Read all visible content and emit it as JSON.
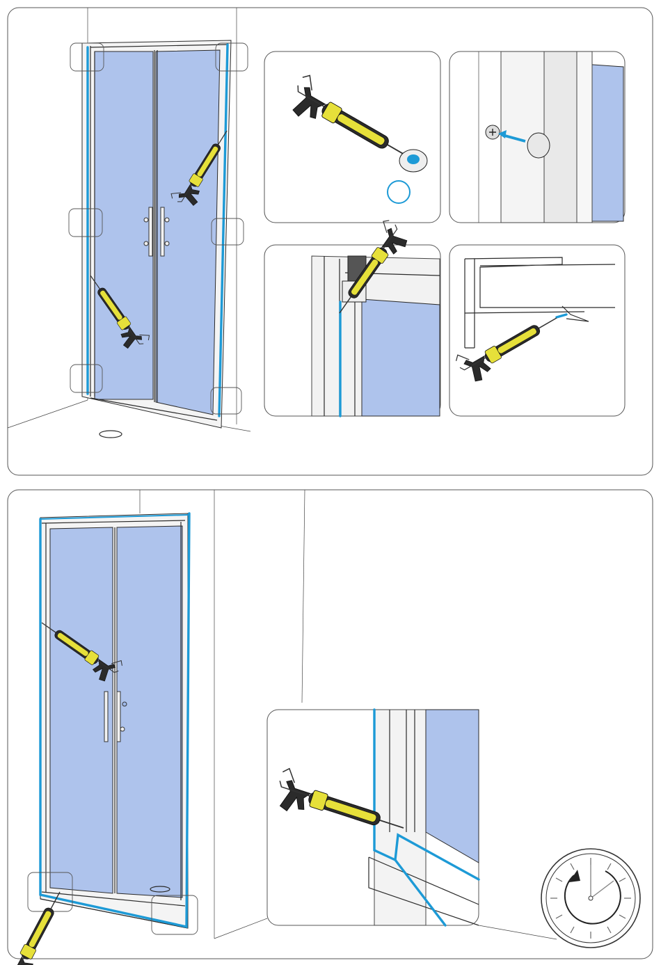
{
  "diagram": {
    "kind": "installation-step",
    "steps": [
      "seal-exterior-frame",
      "seal-wall-profile",
      "let-cure"
    ],
    "colors": {
      "glass": "#aec3ec",
      "silicone": "#1d9ad6",
      "gun_body": "#e6e03a",
      "gun_grip": "#2b2b2b",
      "outline": "#2a2a2a"
    },
    "icons": [
      "caulking-gun-icon",
      "clock-icon",
      "screw-cap-icon",
      "arrow-icon"
    ]
  }
}
